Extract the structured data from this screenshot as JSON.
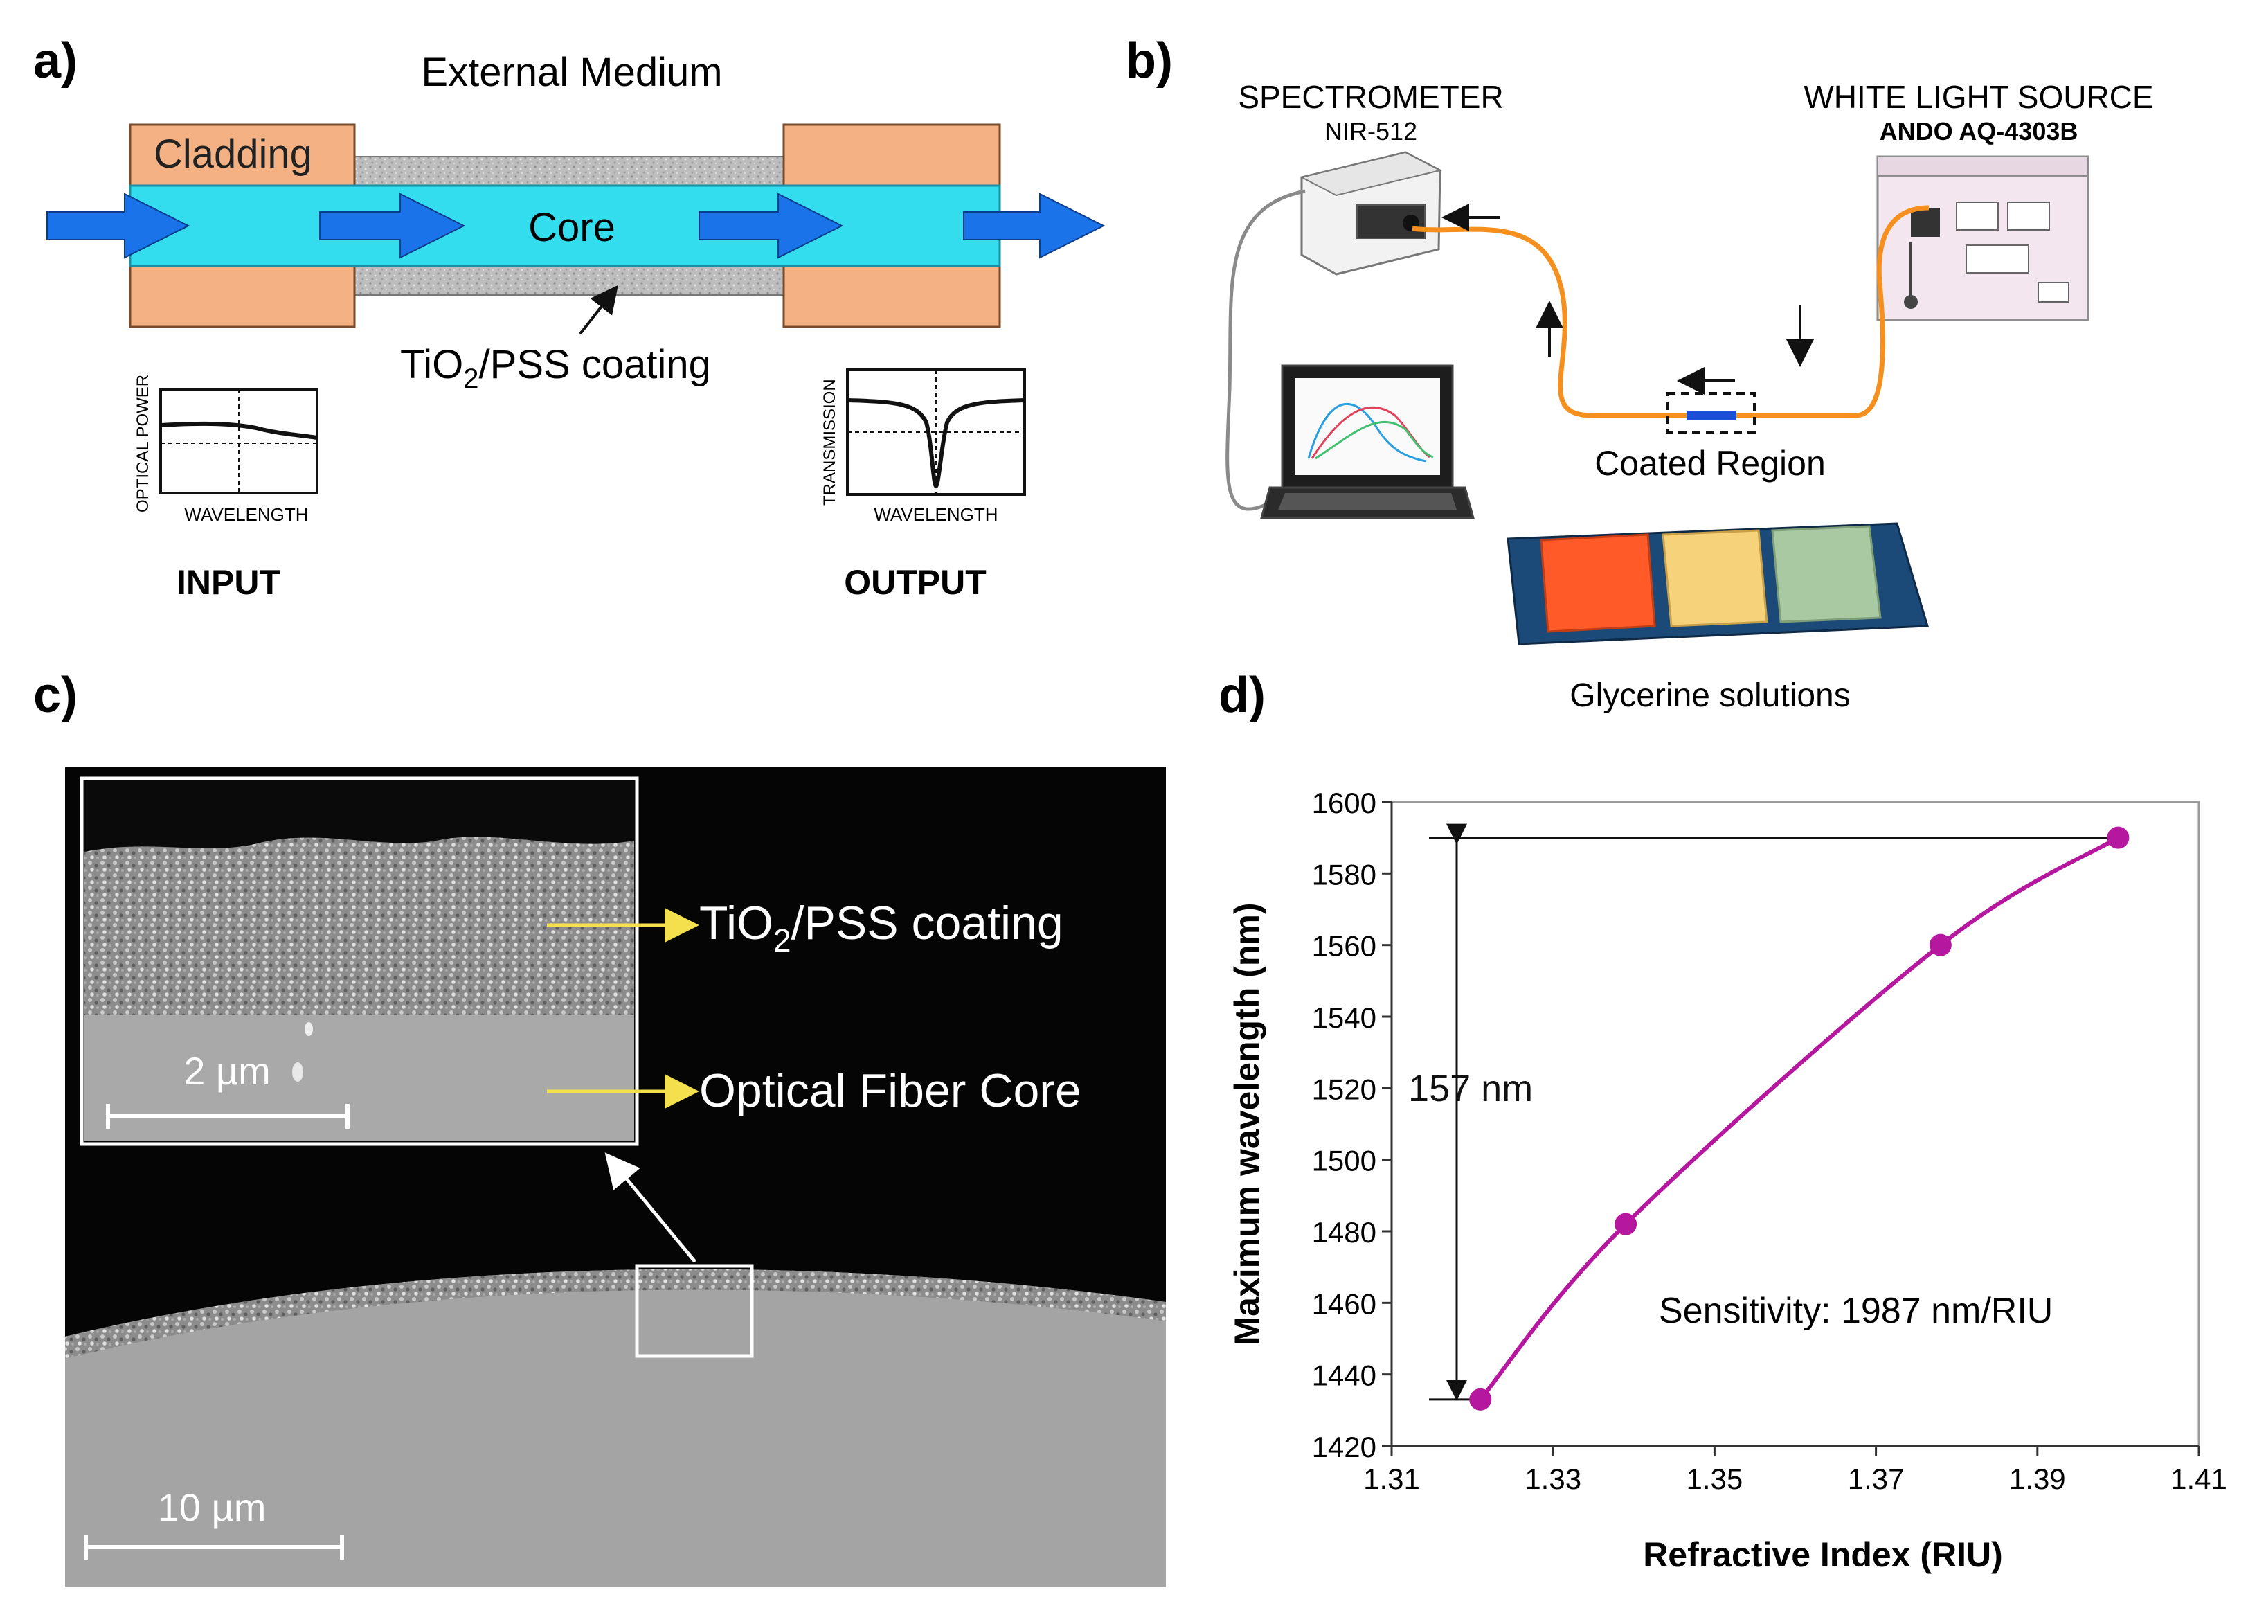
{
  "panel_a": {
    "letter": "a)",
    "external_medium": "External Medium",
    "cladding": "Cladding",
    "core": "Core",
    "coating_pre": "TiO",
    "coating_sub": "2",
    "coating_post": "/PSS coating",
    "input_ylabel": "OPTICAL POWER",
    "input_xlabel": "WAVELENGTH",
    "input_title": "INPUT",
    "output_ylabel": "TRANSMISSION",
    "output_xlabel": "WAVELENGTH",
    "output_title": "OUTPUT",
    "colors": {
      "cladding": "#f4b183",
      "core": "#33ddee",
      "arrow": "#1a73e8"
    }
  },
  "panel_b": {
    "letter": "b)",
    "spectrometer": "SPECTROMETER",
    "spectrometer_model": "NIR-512",
    "light_source": "WHITE LIGHT SOURCE",
    "light_source_model": "ANDO AQ-4303B",
    "coated_region": "Coated Region",
    "glycerine": "Glycerine solutions",
    "colors": {
      "fiber": "#f5901e",
      "coated": "#1f4fd8",
      "tray": "#1c4a78",
      "dish1": "#ff5a28",
      "dish2": "#f6d27a",
      "dish3": "#a9c9a3"
    }
  },
  "panel_c": {
    "letter": "c)",
    "coating_pre": "TiO",
    "coating_sub": "2",
    "coating_post": "/PSS coating",
    "core_label": "Optical Fiber Core",
    "inset_scale": "2 µm",
    "main_scale": "10 µm",
    "colors": {
      "arrow": "#f4e04d"
    }
  },
  "panel_d": {
    "letter": "d)",
    "annotation_span": "157 nm",
    "sensitivity": "Sensitivity: 1987 nm/RIU"
  },
  "chart_data": {
    "type": "line",
    "x": [
      1.321,
      1.339,
      1.378,
      1.4
    ],
    "series": [
      {
        "values": [
          1433,
          1482,
          1560,
          1590
        ]
      }
    ],
    "xlabel": "Refractive Index (RIU)",
    "ylabel": "Maximum wavelength (nm)",
    "xlim": [
      1.31,
      1.41
    ],
    "ylim": [
      1420,
      1600
    ],
    "xticks": [
      "1.31",
      "1.33",
      "1.35",
      "1.37",
      "1.39",
      "1.41"
    ],
    "yticks": [
      "1420",
      "1440",
      "1460",
      "1480",
      "1500",
      "1520",
      "1540",
      "1560",
      "1580",
      "1600"
    ],
    "grid": false,
    "color": "#b5179e"
  }
}
